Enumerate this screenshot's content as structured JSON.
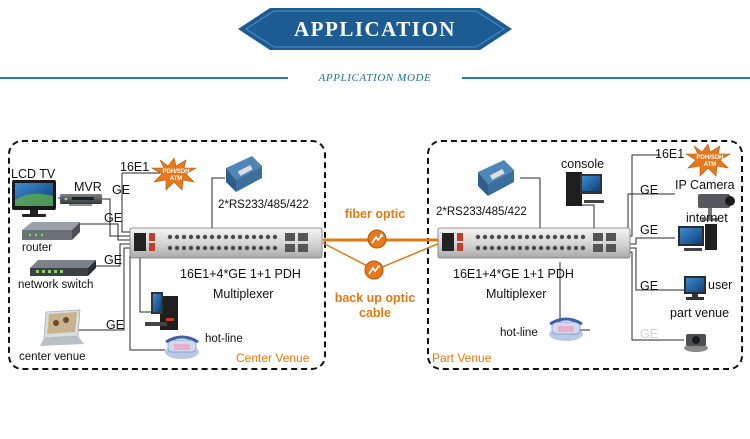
{
  "header": {
    "title": "APPLICATION",
    "subtitle": "APPLICATION MODE"
  },
  "colors": {
    "banner": "#1d5c93",
    "accent_line": "#2a7bbf",
    "orange": "#e07a12",
    "wire": "#2a2a2a"
  },
  "left": {
    "venue_label": "Center Venue",
    "e1_label": "16E1",
    "rs_label": "2*RS233/485/422",
    "mux_label_1": "16E1+4*GE 1+1 PDH",
    "mux_label_2": "Multiplexer",
    "hotline_label": "hot-line",
    "starburst_text": "PDH/SDH ATM",
    "devices": {
      "lcd_tv": "LCD TV",
      "mvr": "MVR",
      "router": "router",
      "network_switch": "network switch",
      "center_venue": "center venue"
    },
    "ge_labels": [
      "GE",
      "GE",
      "GE",
      "GE"
    ]
  },
  "right": {
    "venue_label": "Part Venue",
    "e1_label": "16E1",
    "rs_label": "2*RS233/485/422",
    "mux_label_1": "16E1+4*GE 1+1 PDH",
    "mux_label_2": "Multiplexer",
    "hotline_label": "hot-line",
    "console_label": "console",
    "starburst_text": "PDH/SDH ATM",
    "devices": {
      "ip_camera": "IP Camera",
      "internet": "internet",
      "user": "user",
      "part_venue": "part venue"
    },
    "ge_labels": [
      "GE",
      "GE",
      "GE",
      "GE"
    ]
  },
  "link": {
    "fiber_optic": "fiber optic",
    "backup_line_1": "back up optic",
    "backup_line_2": "cable"
  }
}
